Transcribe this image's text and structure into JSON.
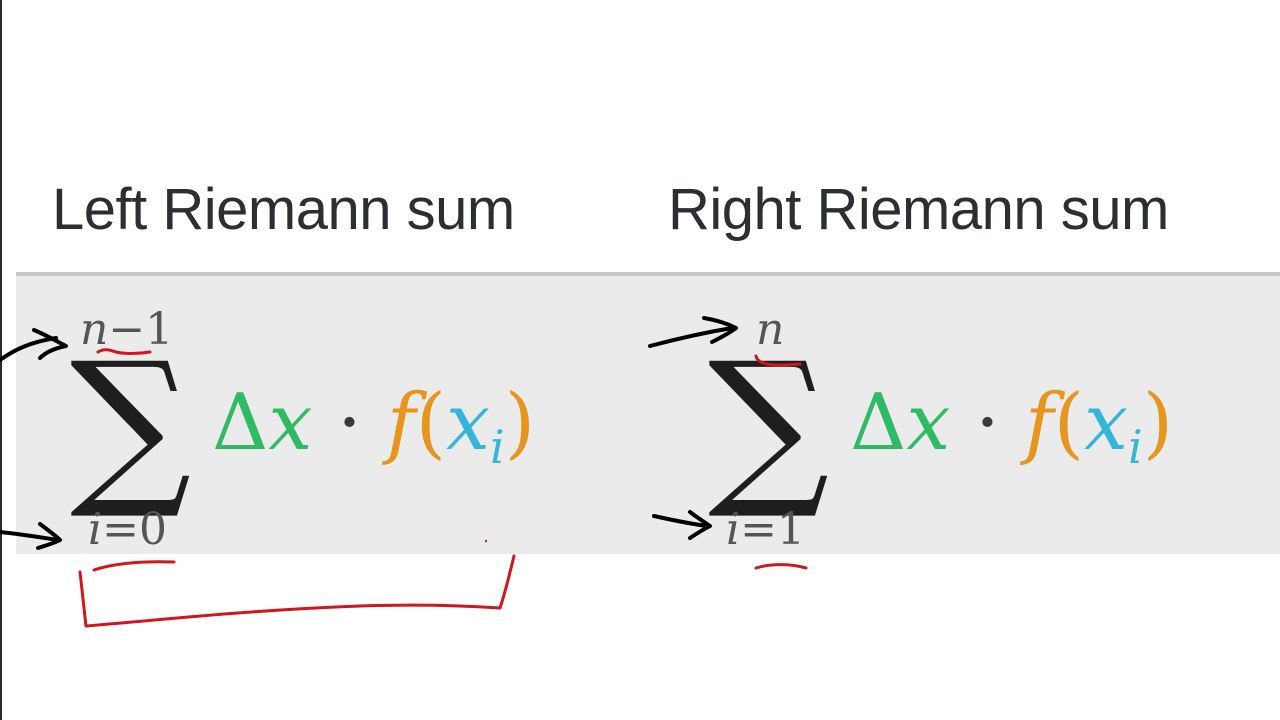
{
  "headings": {
    "left": "Left Riemann sum",
    "right": "Right Riemann sum"
  },
  "left_formula": {
    "upper_limit": {
      "var": "n",
      "op": "−",
      "num": "1"
    },
    "lower_limit": {
      "var": "i",
      "op": "=",
      "num": "0"
    },
    "operator": "∑",
    "delta": "Δ",
    "delta_var": "x",
    "dot": "·",
    "func": "f",
    "open_paren": "(",
    "arg": "x",
    "arg_sub": "i",
    "close_paren": ")"
  },
  "right_formula": {
    "upper_limit": {
      "var": "n",
      "op": "",
      "num": ""
    },
    "lower_limit": {
      "var": "i",
      "op": "=",
      "num": "1"
    },
    "operator": "∑",
    "delta": "Δ",
    "delta_var": "x",
    "dot": "·",
    "func": "f",
    "open_paren": "(",
    "arg": "x",
    "arg_sub": "i",
    "close_paren": ")"
  },
  "colors": {
    "heading": "#2b2f33",
    "band": "#ebebeb",
    "delta_x": "#2fbb63",
    "function": "#e6951f",
    "argument": "#35b6d8",
    "annotation_red": "#d0161f",
    "annotation_black": "#000000"
  }
}
